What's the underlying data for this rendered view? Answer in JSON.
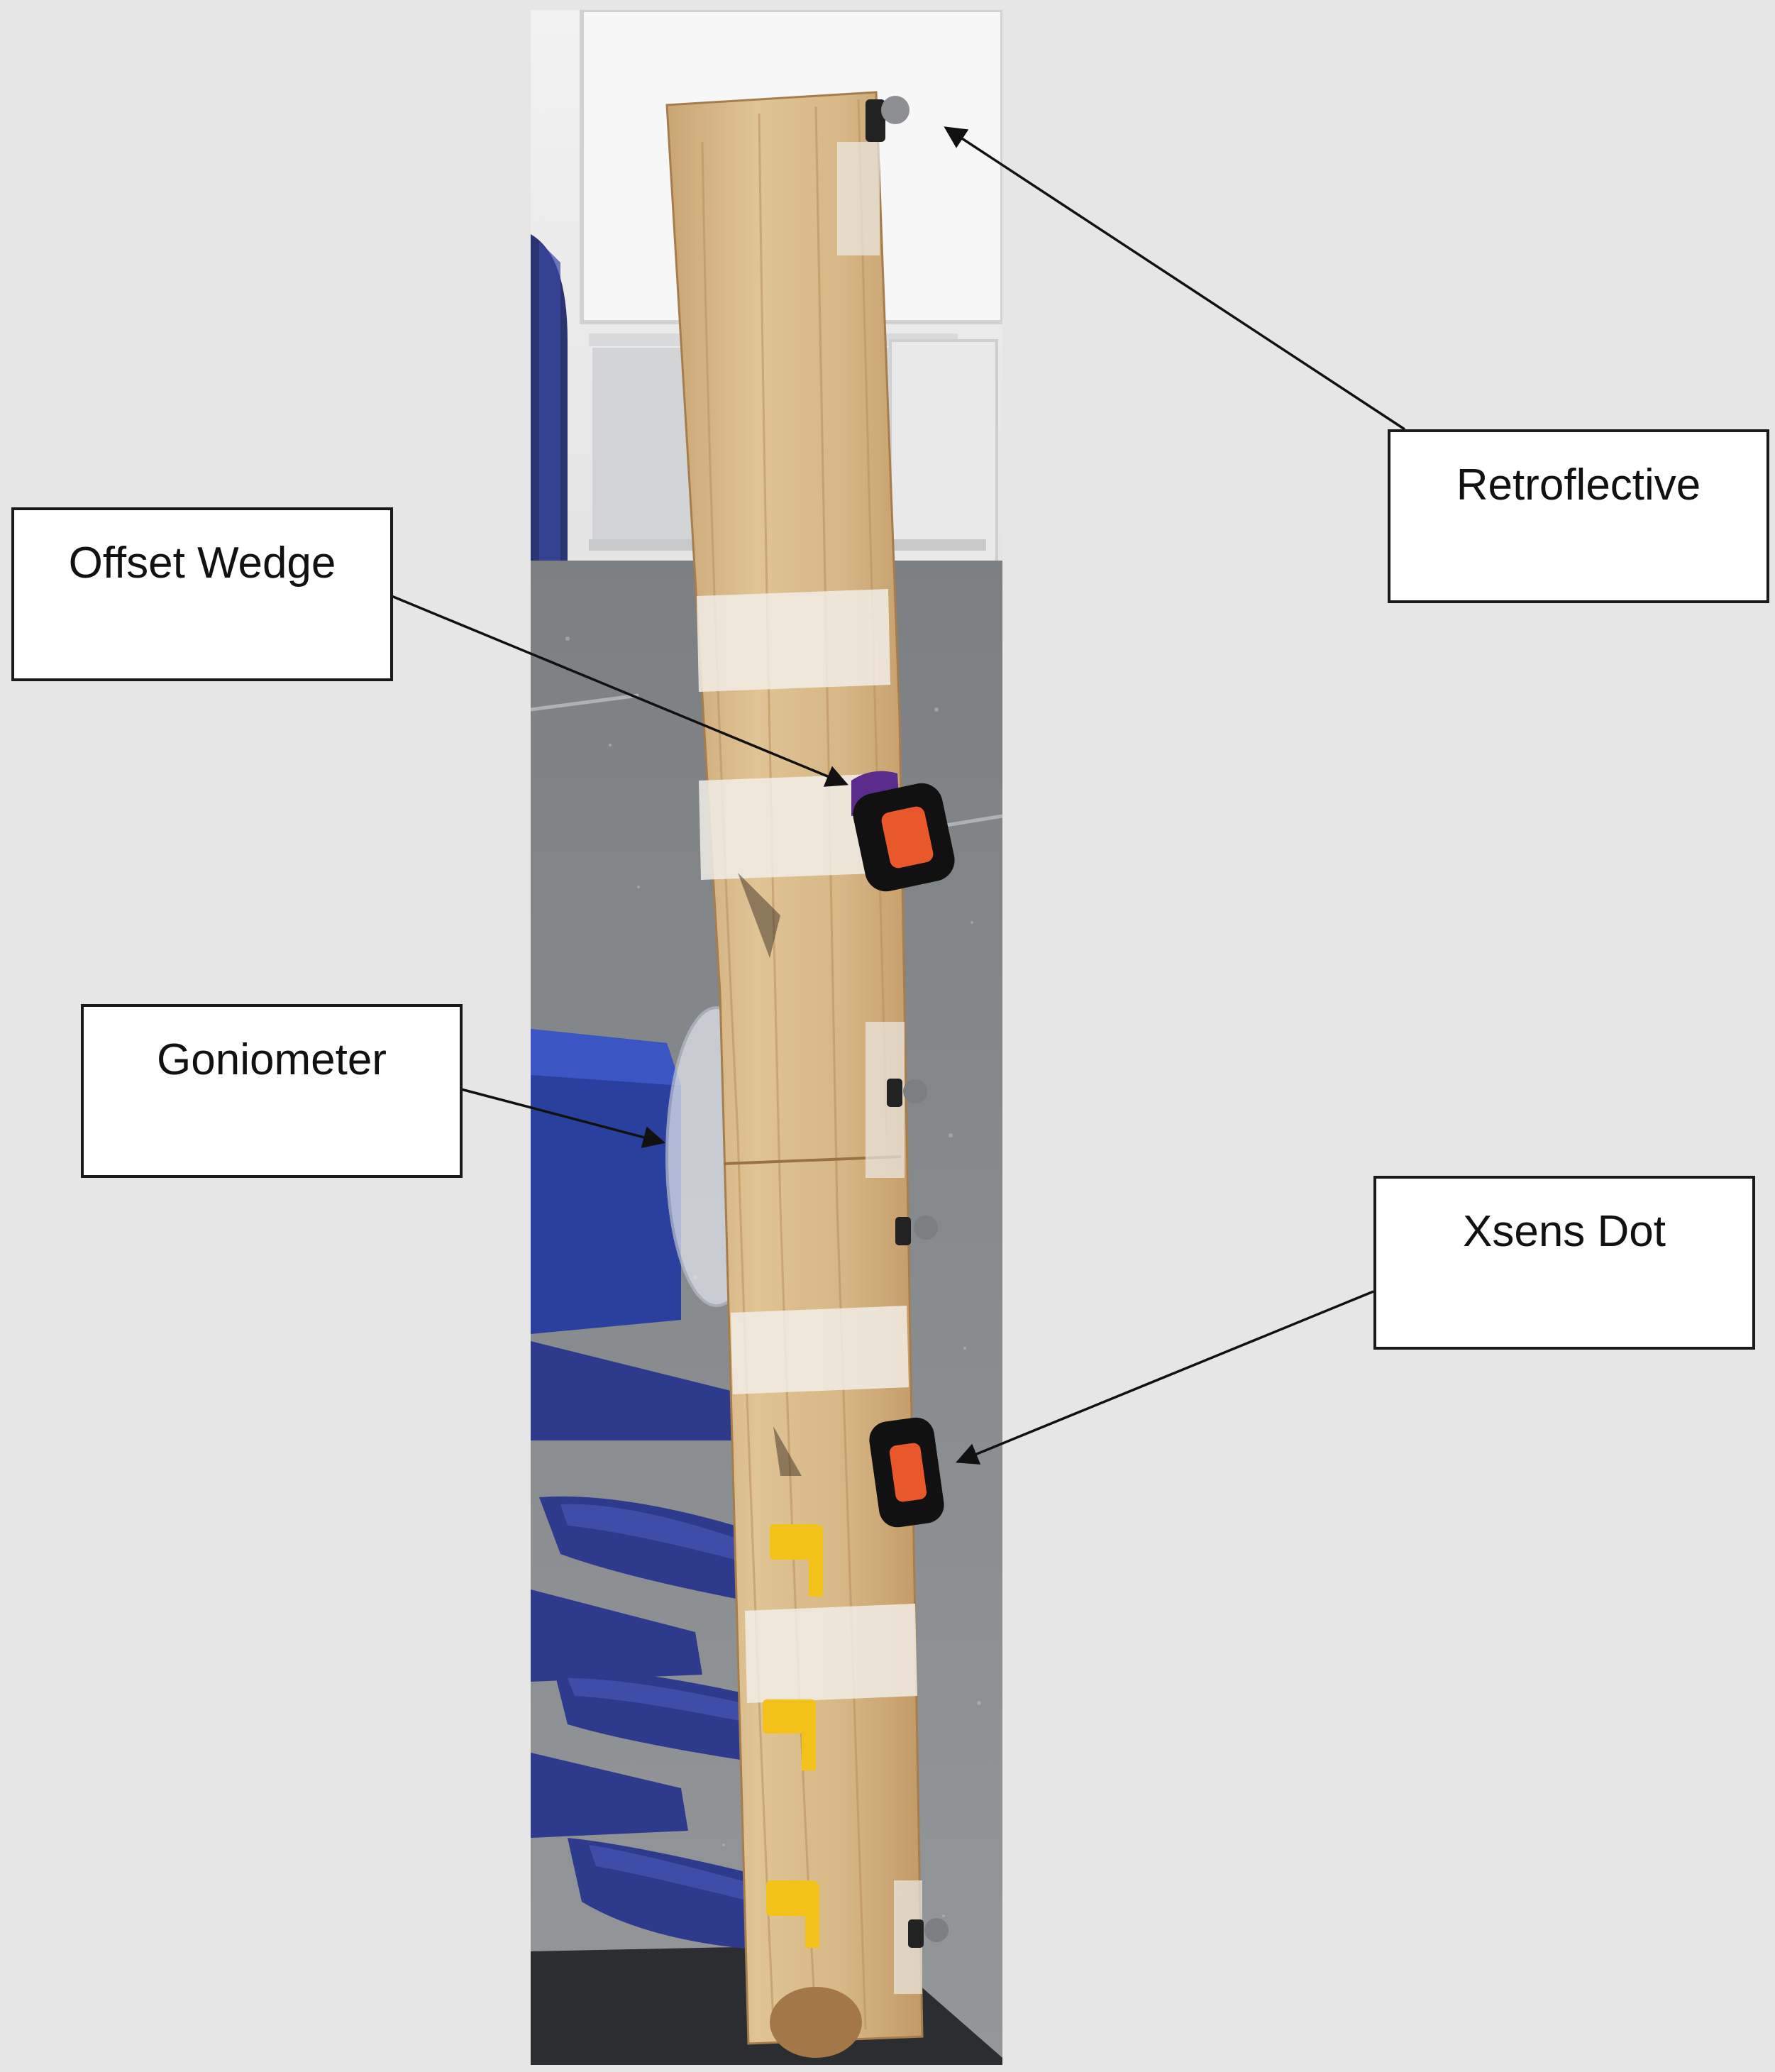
{
  "labels": {
    "retroflective": "Retroflective",
    "offset_wedge": "Offset Wedge",
    "goniometer": "Goniometer",
    "xsens_dot": "Xsens Dot"
  },
  "colors": {
    "background": "#e6e6e6",
    "wood": "#d8b98a",
    "floor": "#8b8d8f",
    "clamp_blue": "#2e3a8c",
    "clamp_yellow": "#f2c21b",
    "sensor_orange": "#e8582a",
    "wedge_purple": "#5a2d8c",
    "foam_blue": "#2a3f9e"
  },
  "icons": {
    "arrow": "arrow-head-icon"
  }
}
